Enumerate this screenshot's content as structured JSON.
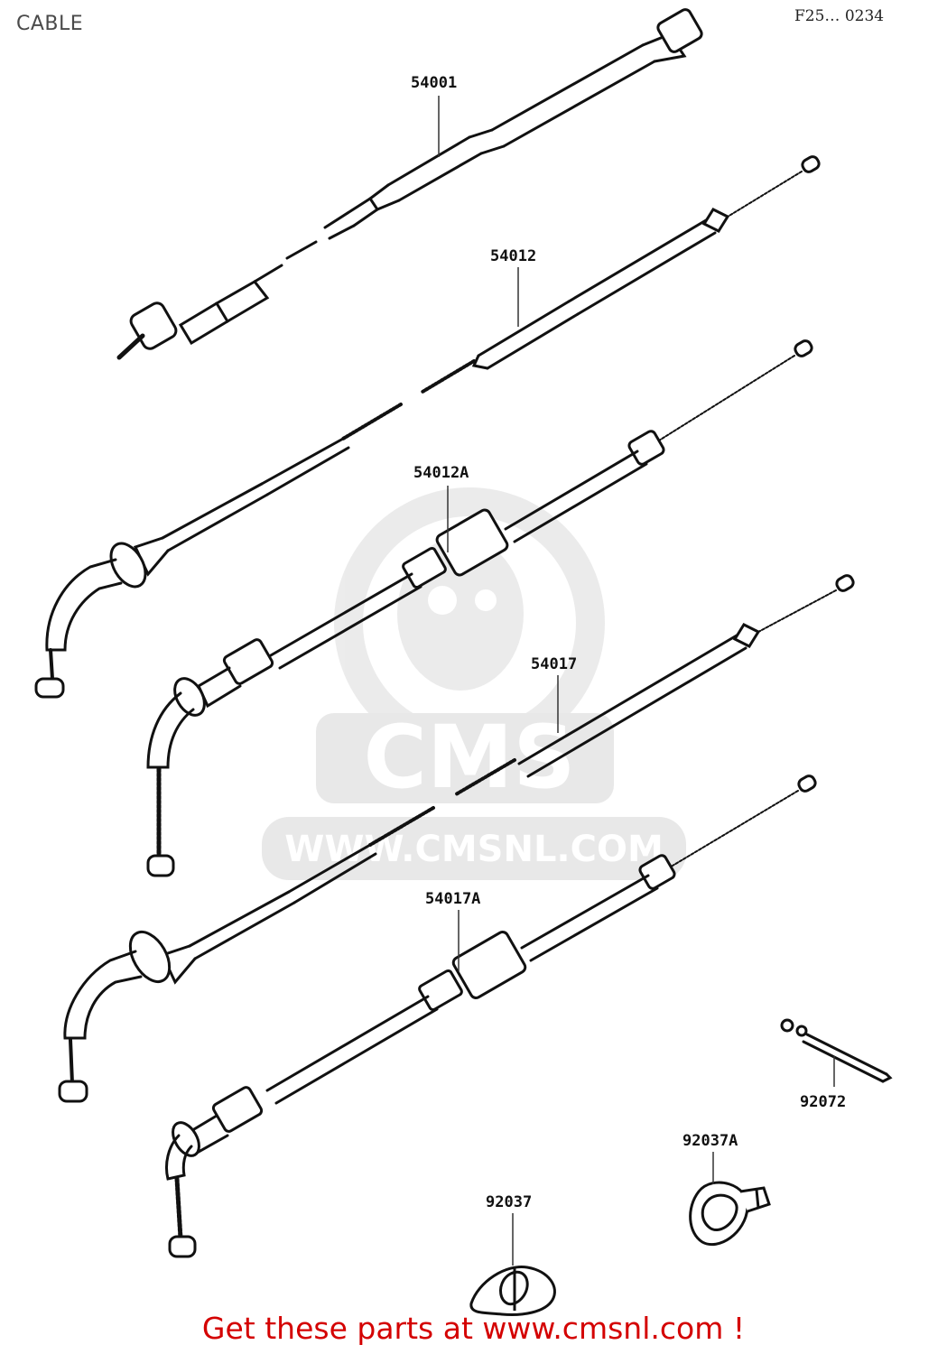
{
  "header": {
    "section_title": "CABLE",
    "figure_code": "F25… 0234"
  },
  "watermark": {
    "logo_text": "CMS",
    "url_text": "WWW.CMSNL.COM"
  },
  "parts": [
    {
      "id": "p54001",
      "number": "54001"
    },
    {
      "id": "p54012",
      "number": "54012"
    },
    {
      "id": "p54012A",
      "number": "54012A"
    },
    {
      "id": "p54017",
      "number": "54017"
    },
    {
      "id": "p54017A",
      "number": "54017A"
    },
    {
      "id": "p92072",
      "number": "92072"
    },
    {
      "id": "p92037A",
      "number": "92037A"
    },
    {
      "id": "p92037",
      "number": "92037"
    }
  ],
  "footer": {
    "promo_text": "Get these parts at www.cmsnl.com !",
    "promo_color": "#d40000"
  }
}
